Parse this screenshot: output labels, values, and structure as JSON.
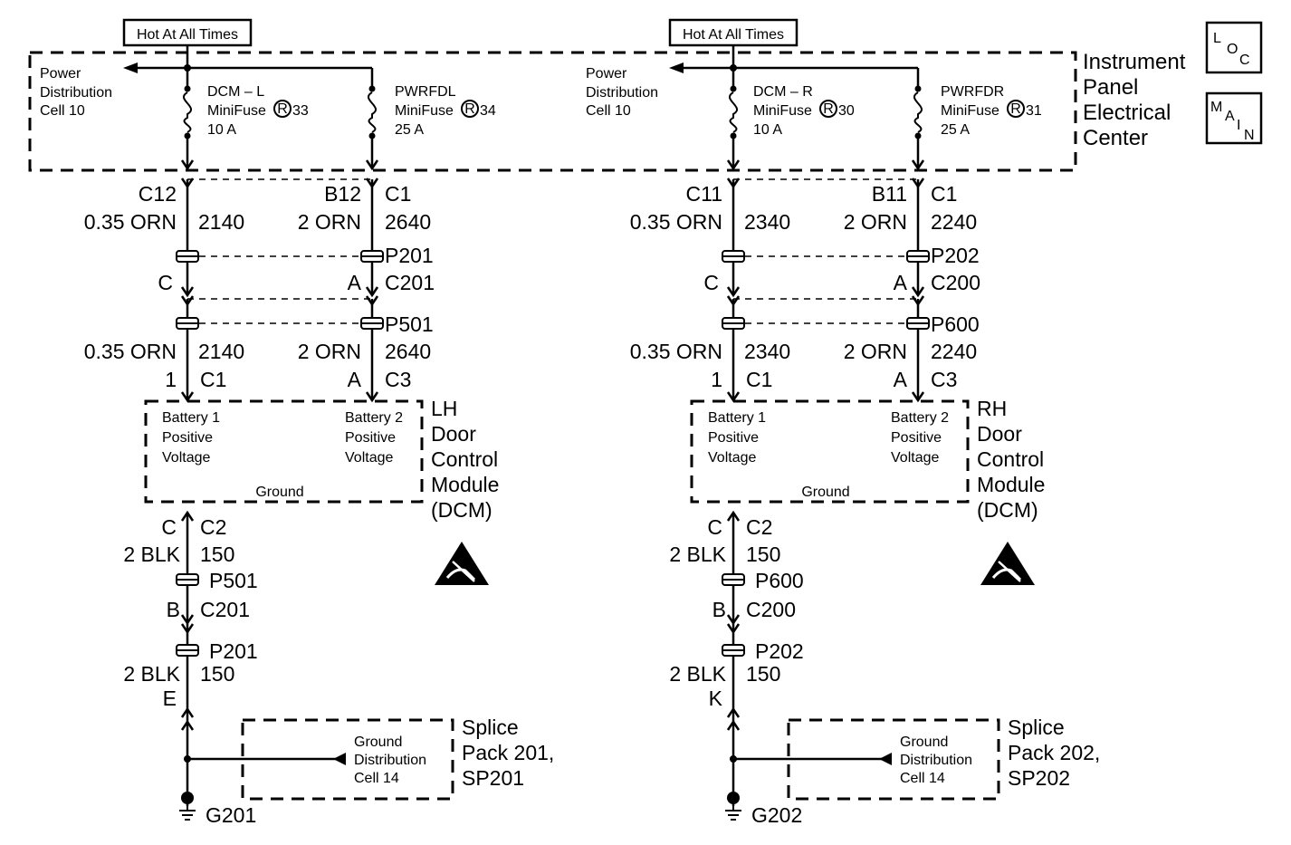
{
  "hot_label": "Hot At All Times",
  "ipec": {
    "lines": [
      "Instrument",
      "Panel",
      "Electrical",
      "Center"
    ],
    "loc_letters": [
      "L",
      "O",
      "C"
    ],
    "main_letters": [
      "M",
      "A",
      "I",
      "N"
    ]
  },
  "left": {
    "pdc": [
      "Power",
      "Distribution",
      "Cell 10"
    ],
    "fuse1": {
      "name": "DCM – L",
      "type": "MiniFuse",
      "mark": "R",
      "num": "33",
      "rating": "10 A"
    },
    "fuse2": {
      "name": "PWRFDL",
      "type": "MiniFuse",
      "mark": "R",
      "num": "34",
      "rating": "25 A"
    },
    "w1_pin": "C12",
    "w1_wire": "0.35 ORN",
    "w1_circ": "2140",
    "w2_pin": "B12",
    "w2_conn": "C1",
    "w2_wire": "2 ORN",
    "w2_circ": "2640",
    "pp1": "P201",
    "w1_ct": "C",
    "w2_ct": "A",
    "ct_conn": "C201",
    "pp2": "P501",
    "w1b_wire": "0.35 ORN",
    "w1b_circ": "2140",
    "w2b_wire": "2 ORN",
    "w2b_circ": "2640",
    "m1_pin": "1",
    "m1_conn": "C1",
    "m2_pin": "A",
    "m2_conn": "C3",
    "mod_in1": [
      "Battery 1",
      "Positive",
      "Voltage"
    ],
    "mod_in2": [
      "Battery 2",
      "Positive",
      "Voltage"
    ],
    "mod_gnd": "Ground",
    "mod_name": [
      "LH",
      "Door",
      "Control",
      "Module",
      "(DCM)"
    ],
    "g_pin": "C",
    "g_conn": "C2",
    "g_wire": "2 BLK",
    "g_circ": "150",
    "g_pp1": "P501",
    "g_ct_pin": "B",
    "g_ct_conn": "C201",
    "g_pp2": "P201",
    "g_wire2": "2 BLK",
    "g_circ2": "150",
    "sp_pin": "E",
    "sp_inner": [
      "Ground",
      "Distribution",
      "Cell 14"
    ],
    "sp_name": [
      "Splice",
      "Pack 201,",
      "SP201"
    ],
    "ground": "G201"
  },
  "right": {
    "pdc": [
      "Power",
      "Distribution",
      "Cell 10"
    ],
    "fuse1": {
      "name": "DCM – R",
      "type": "MiniFuse",
      "mark": "R",
      "num": "30",
      "rating": "10 A"
    },
    "fuse2": {
      "name": "PWRFDR",
      "type": "MiniFuse",
      "mark": "R",
      "num": "31",
      "rating": "25 A"
    },
    "w1_pin": "C11",
    "w1_wire": "0.35 ORN",
    "w1_circ": "2340",
    "w2_pin": "B11",
    "w2_conn": "C1",
    "w2_wire": "2 ORN",
    "w2_circ": "2240",
    "pp1": "P202",
    "w1_ct": "C",
    "w2_ct": "A",
    "ct_conn": "C200",
    "pp2": "P600",
    "w1b_wire": "0.35 ORN",
    "w1b_circ": "2340",
    "w2b_wire": "2 ORN",
    "w2b_circ": "2240",
    "m1_pin": "1",
    "m1_conn": "C1",
    "m2_pin": "A",
    "m2_conn": "C3",
    "mod_in1": [
      "Battery 1",
      "Positive",
      "Voltage"
    ],
    "mod_in2": [
      "Battery 2",
      "Positive",
      "Voltage"
    ],
    "mod_gnd": "Ground",
    "mod_name": [
      "RH",
      "Door",
      "Control",
      "Module",
      "(DCM)"
    ],
    "g_pin": "C",
    "g_conn": "C2",
    "g_wire": "2 BLK",
    "g_circ": "150",
    "g_pp1": "P600",
    "g_ct_pin": "B",
    "g_ct_conn": "C200",
    "g_pp2": "P202",
    "g_wire2": "2 BLK",
    "g_circ2": "150",
    "sp_pin": "K",
    "sp_inner": [
      "Ground",
      "Distribution",
      "Cell 14"
    ],
    "sp_name": [
      "Splice",
      "Pack 202,",
      "SP202"
    ],
    "ground": "G202"
  }
}
